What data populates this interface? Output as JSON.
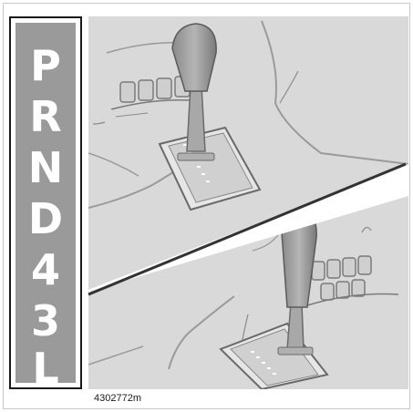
{
  "gear_selector": {
    "positions": [
      "P",
      "R",
      "N",
      "D",
      "4",
      "3",
      "L"
    ]
  },
  "figure": {
    "reference": "4302772m"
  },
  "colors": {
    "strip": "#9a9a9a",
    "photo_background": "#d9d9d9",
    "line_art": "#555555"
  }
}
